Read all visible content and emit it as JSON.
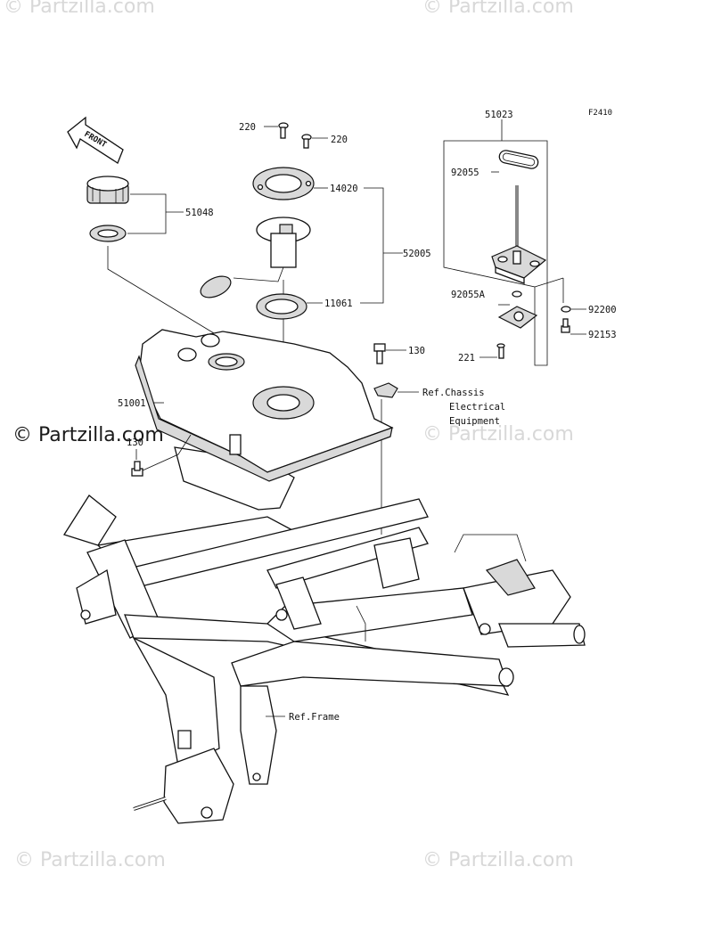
{
  "diagram_code": "F2410",
  "watermarks": {
    "top_left": "© Partzilla.com",
    "top_right": "© Partzilla.com",
    "middle_left": "© Partzilla.com",
    "middle_right": "© Partzilla.com",
    "bottom_left": "© Partzilla.com",
    "bottom_right": "© Partzilla.com"
  },
  "front_arrow": "FRONT",
  "callouts": {
    "p51023": "51023",
    "p92055": "92055",
    "p92055a": "92055A",
    "p92200": "92200",
    "p92153": "92153",
    "p221": "221",
    "p220_a": "220",
    "p220_b": "220",
    "p14020": "14020",
    "p52005": "52005",
    "p11061": "11061",
    "p51048": "51048",
    "p51001": "51001",
    "p130_a": "130",
    "p130_b": "130"
  },
  "references": {
    "chassis_line1": "Ref.Chassis",
    "chassis_line2": "Electrical",
    "chassis_line3": "Equipment",
    "frame": "Ref.Frame"
  }
}
